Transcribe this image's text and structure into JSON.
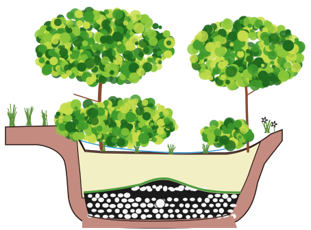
{
  "diagram": {
    "colors": {
      "background": "#ffffff",
      "soil_outer": "#c48b80",
      "soil_inner": "#a8706a",
      "soil_outline": "#2a1a16",
      "fill_media": "#f3efc4",
      "stone_layer": "#1b1b1b",
      "stone_light": "#f5f5f5",
      "liner": "#4c9a3e",
      "water_line": "#3aa0d8",
      "trunk": "#8a4a2f",
      "foliage_dark": "#1e6a1e",
      "foliage_mid": "#3f9a2c",
      "foliage_light": "#8cc83a",
      "foliage_yellow": "#c7dd4a",
      "grass": "#5a8f3a",
      "flower": "#333333"
    },
    "layers": [
      {
        "name": "soil-basin"
      },
      {
        "name": "filter-media"
      },
      {
        "name": "stone-reservoir"
      },
      {
        "name": "underdrain-pipe"
      }
    ],
    "plants": [
      {
        "type": "tree-large"
      },
      {
        "type": "tree-right"
      },
      {
        "type": "shrub-middle"
      },
      {
        "type": "shrub-right"
      }
    ]
  }
}
